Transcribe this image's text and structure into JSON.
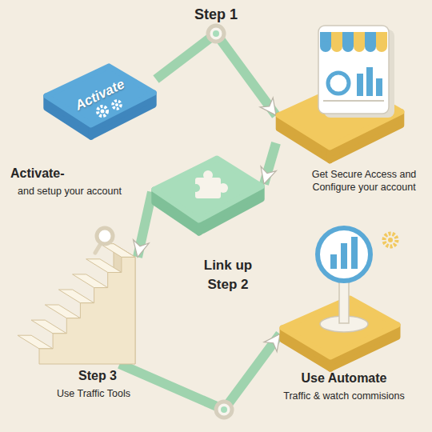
{
  "diagram": {
    "title": "Step 1",
    "nodes": [
      {
        "text": [
          "Activate",
          "Activate-",
          "and setup your account"
        ]
      },
      {
        "text": [
          "Get Secure Access and Configure your account"
        ]
      },
      {
        "text": [
          "Link up",
          "Step 2"
        ]
      },
      {
        "text": [
          "Step 3",
          "Use Traffic Tools"
        ]
      },
      {
        "text": [
          "Use Automate",
          "Traffic & watch commisions"
        ]
      }
    ],
    "edges": [
      {
        "from": 0,
        "to": 1,
        "arrow": "to"
      },
      {
        "from": 1,
        "to": 2,
        "arrow": "to"
      },
      {
        "from": 2,
        "to": 3,
        "arrow": "to"
      },
      {
        "from": 3,
        "to": 4,
        "arrow": "to"
      }
    ]
  }
}
